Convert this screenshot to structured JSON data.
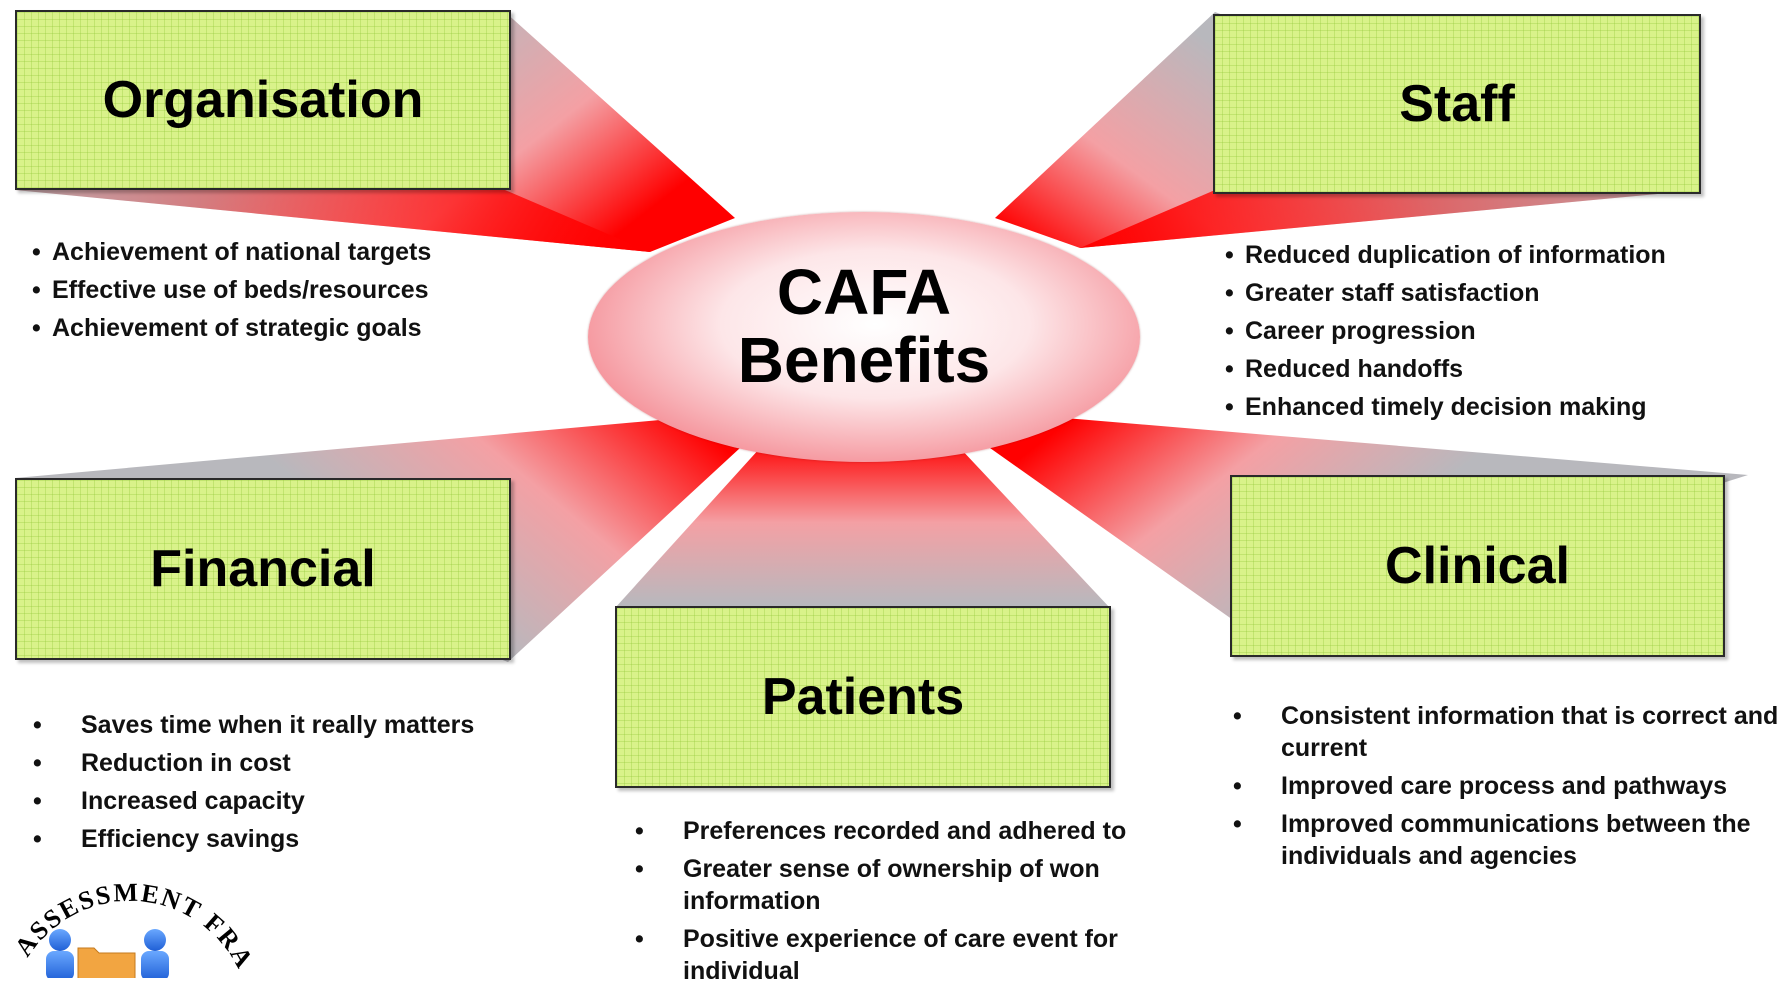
{
  "center": {
    "line1": "CAFA",
    "line2": "Benefits"
  },
  "boxes": {
    "organisation": "Organisation",
    "staff": "Staff",
    "financial": "Financial",
    "clinical": "Clinical",
    "patients": "Patients"
  },
  "lists": {
    "organisation": [
      "Achievement of national targets",
      "Effective use of beds/resources",
      "Achievement of strategic goals"
    ],
    "staff": [
      "Reduced duplication of information",
      "Greater staff satisfaction",
      "Career progression",
      "Reduced handoffs",
      "Enhanced timely decision making"
    ],
    "financial": [
      "Saves time when it really matters",
      "Reduction in cost",
      "Increased capacity",
      "Efficiency savings"
    ],
    "patients": [
      "Preferences recorded and adhered to",
      "Greater sense of ownership of won information",
      "Positive experience of care event for individual"
    ],
    "clinical": [
      "Consistent information that is correct and current",
      "Improved care process and pathways",
      "Improved communications between the individuals and agencies"
    ]
  },
  "logo": {
    "text": "ASSESSMENT FRAMEW",
    "icon": "people-folder-icon"
  },
  "colors": {
    "box_fill": "#d9f28a",
    "ray_red": "#ff0000",
    "ray_grey": "#b8b8bd",
    "ellipse_edge": "#e14a56"
  }
}
